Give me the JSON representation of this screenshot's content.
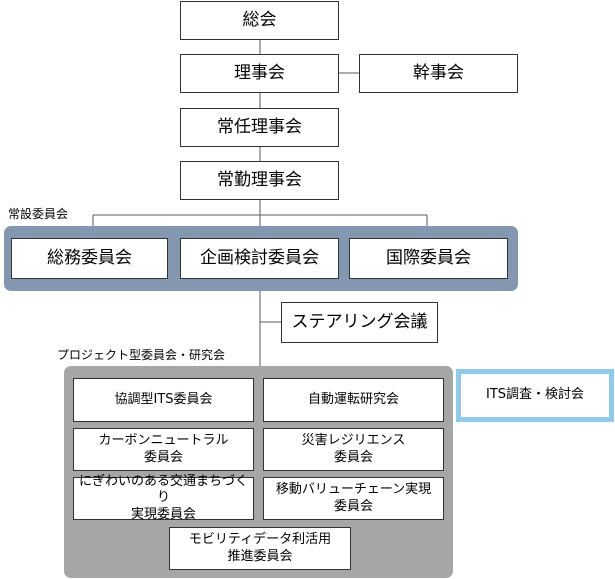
{
  "org_chart": {
    "general_meeting": "総会",
    "board": "理事会",
    "secretariat": "幹事会",
    "executive_board": "常任理事会",
    "full_time_board": "常勤理事会",
    "steering_meeting": "ステアリング会議",
    "its_study": "ITS調査・検討会"
  },
  "standing_committees": {
    "label": "常設委員会",
    "items": [
      "総務委員会",
      "企画検討委員会",
      "国際委員会"
    ]
  },
  "project_committees": {
    "label": "プロジェクト型委員会・研究会",
    "items": [
      "協調型ITS委員会",
      "自動運転研究会",
      "カーボンニュートラル\n委員会",
      "災害レジリエンス\n委員会",
      "にぎわいのある交通まちづくり\n実現委員会",
      "移動バリューチェーン実現\n委員会",
      "モビリティデータ利活用\n推進委員会"
    ]
  },
  "colors": {
    "standing_group_bg": "#8497b0",
    "project_group_bg": "#a6a6a6",
    "its_study_border": "#8ec9ee",
    "line": "#595959"
  }
}
